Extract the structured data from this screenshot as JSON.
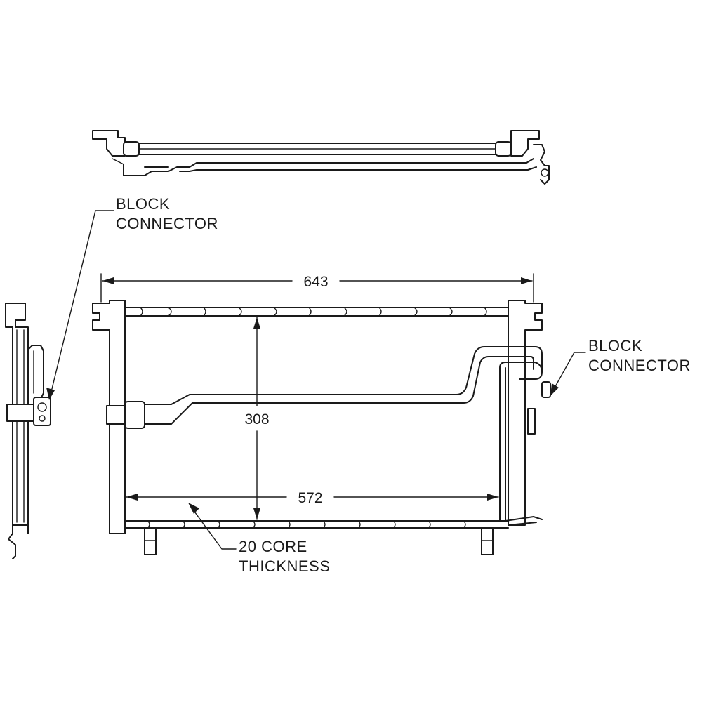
{
  "callouts": {
    "block_connector_left": [
      "BLOCK",
      "CONNECTOR"
    ],
    "block_connector_right": [
      "BLOCK",
      "CONNECTOR"
    ],
    "core_thickness": [
      "20 CORE",
      "THICKNESS"
    ]
  },
  "dimensions": {
    "overall_width": "643",
    "core_height": "308",
    "core_width": "572"
  },
  "colors": {
    "line": "#1a1a1a",
    "background": "#ffffff"
  }
}
